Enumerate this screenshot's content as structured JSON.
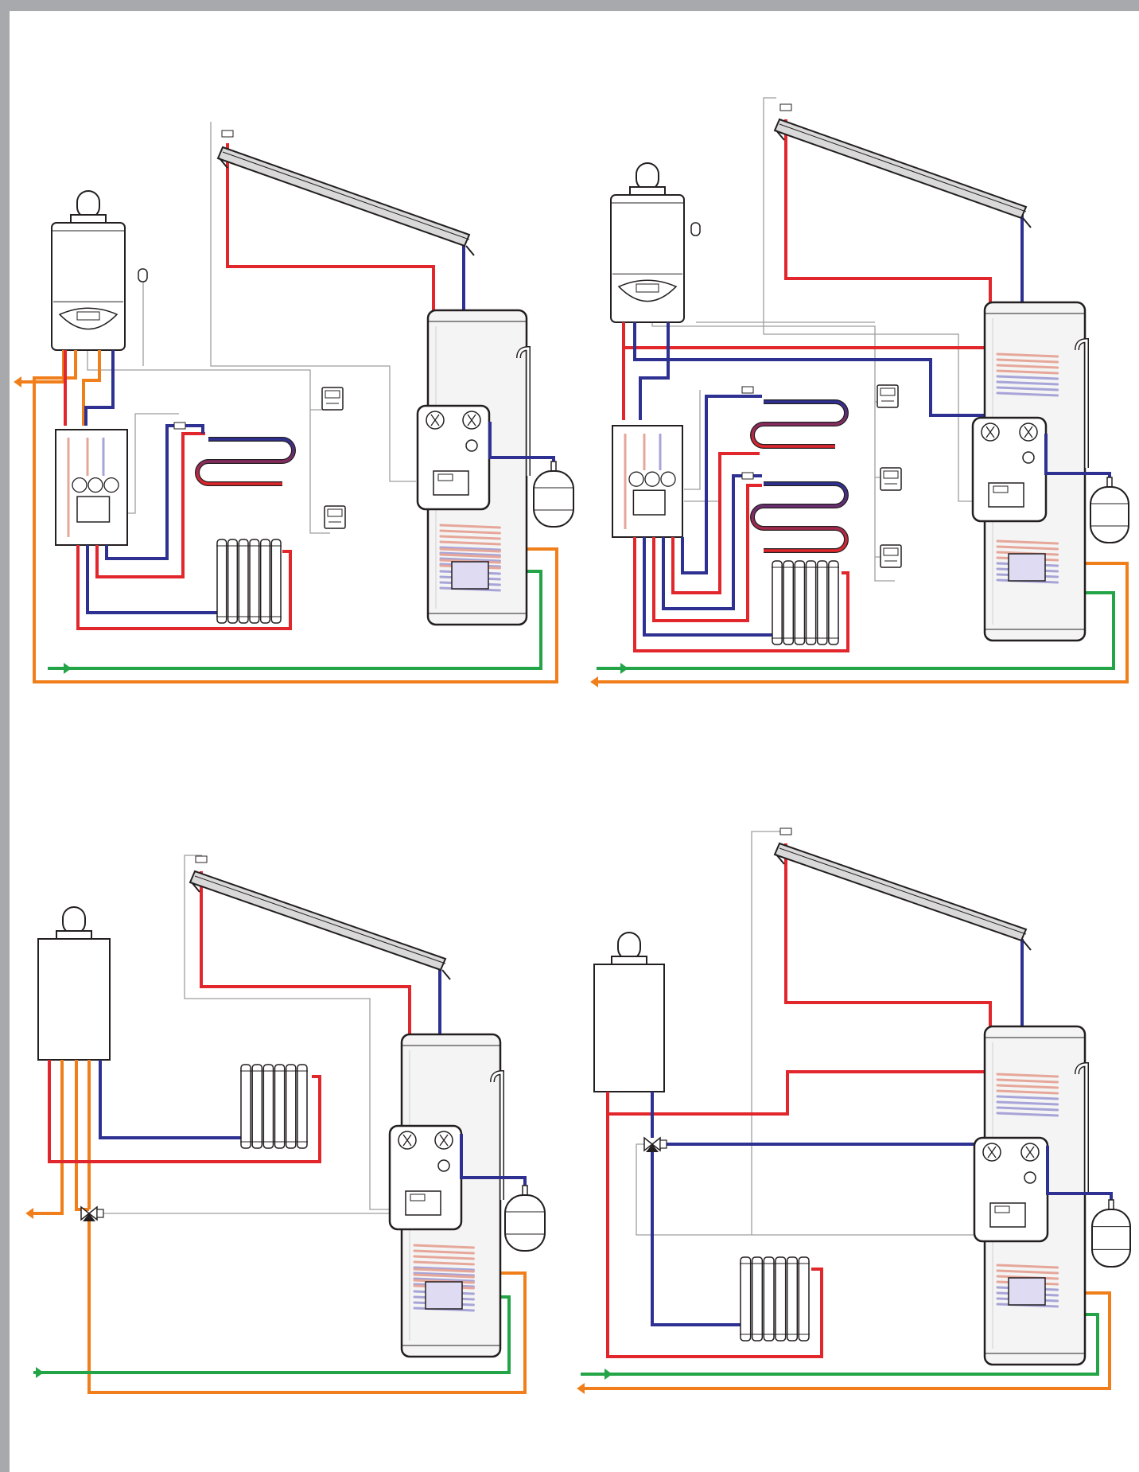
{
  "diagram": {
    "colors": {
      "frame": "#a7a9ac",
      "hot_flow": "#e1262c",
      "cold_return": "#2e3192",
      "domestic_hot": "#f07e1a",
      "cold_water_inlet": "#22a447",
      "control_wire": "#9e9e9e",
      "coil_warm": "#e6a79a",
      "coil_cool": "#a7a4d8",
      "outline": "#231f20",
      "boiler_fill": "#ffffff",
      "tank_fill": "#f4f4f4"
    },
    "panels": [
      {
        "id": "panel-top-left",
        "boiler": "boiler-with-controller",
        "heating_circuits": [
          "underfloor-loop",
          "radiator"
        ],
        "hydraulic_module": true,
        "diverter_valve": false
      },
      {
        "id": "panel-top-right",
        "boiler": "boiler-with-controller",
        "heating_circuits": [
          "underfloor-loop",
          "underfloor-loop",
          "radiator"
        ],
        "hydraulic_module": true,
        "diverter_valve": false
      },
      {
        "id": "panel-bottom-left",
        "boiler": "plain-boiler",
        "heating_circuits": [
          "radiator"
        ],
        "hydraulic_module": false,
        "diverter_valve": true
      },
      {
        "id": "panel-bottom-right",
        "boiler": "plain-boiler",
        "heating_circuits": [
          "radiator"
        ],
        "hydraulic_module": false,
        "diverter_valve": true
      }
    ],
    "icons": [
      "solar-collector-icon",
      "boiler-icon",
      "storage-tank-icon",
      "expansion-vessel-icon",
      "radiator-icon",
      "underfloor-loop-icon",
      "thermostat-icon",
      "three-way-valve-icon",
      "pump-station-icon",
      "hydraulic-module-icon"
    ]
  }
}
